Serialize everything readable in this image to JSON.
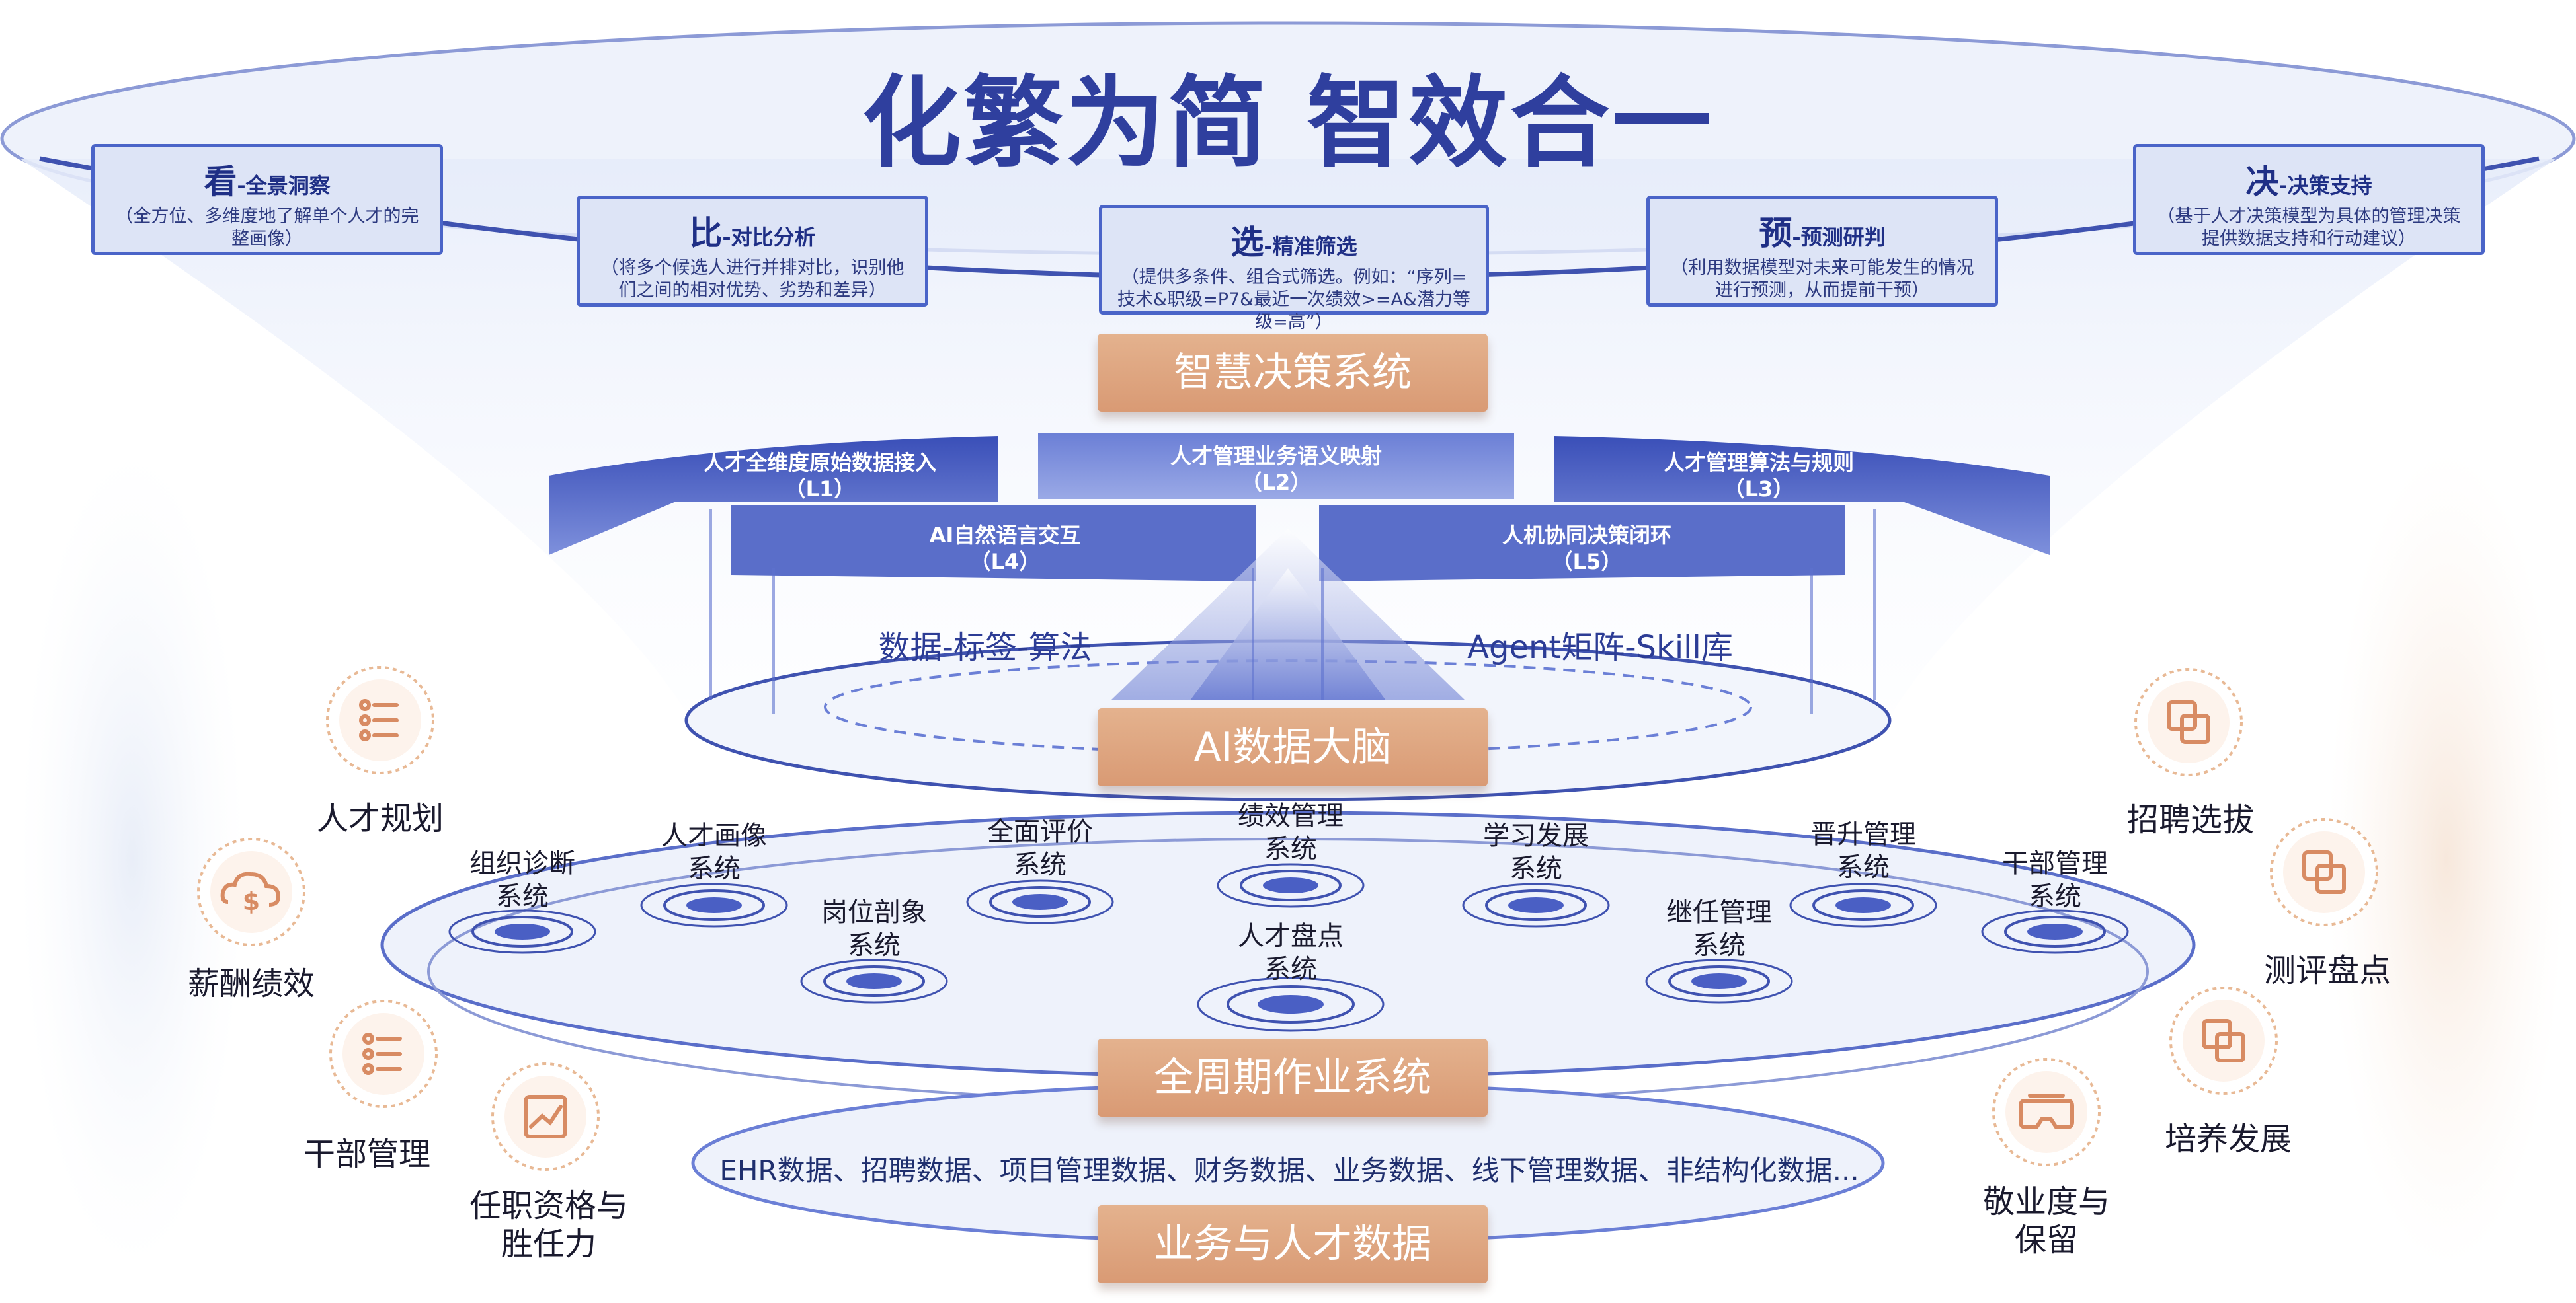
{
  "title": "化繁为简  智效合一",
  "cards": [
    {
      "char": "看",
      "sub": "-全景洞察",
      "desc": "（全方位、多维度地了解单个人才的完整画像）"
    },
    {
      "char": "比",
      "sub": "-对比分析",
      "desc": "（将多个候选人进行并排对比，识别他们之间的相对优势、劣势和差异）"
    },
    {
      "char": "选",
      "sub": "-精准筛选",
      "desc": "（提供多条件、组合式筛选。例如：“序列=技术&职级=P7&最近一次绩效>=A&潜力等级=高”）"
    },
    {
      "char": "预",
      "sub": "-预测研判",
      "desc": "（利用数据模型对未来可能发生的情况进行预测，从而提前干预）"
    },
    {
      "char": "决",
      "sub": "-决策支持",
      "desc": "（基于人才决策模型为具体的管理决策提供数据支持和行动建议）"
    }
  ],
  "pills": {
    "decision": "智慧决策系统",
    "brain": "AI数据大脑",
    "ops": "全周期作业系统",
    "data": "业务与人才数据"
  },
  "layers": [
    {
      "name": "人才全维度原始数据接入",
      "code": "（L1）"
    },
    {
      "name": "人才管理业务语义映射",
      "code": "（L2）"
    },
    {
      "name": "人才管理算法与规则",
      "code": "（L3）"
    },
    {
      "name": "AI自然语言交互",
      "code": "（L4）"
    },
    {
      "name": "人机协同决策闭环",
      "code": "（L5）"
    }
  ],
  "mid_labels": {
    "left": "数据-标签-算法",
    "right": "Agent矩阵-Skill库"
  },
  "systems": [
    {
      "l1": "组织诊断",
      "l2": "系统"
    },
    {
      "l1": "人才画像",
      "l2": "系统"
    },
    {
      "l1": "岗位剖象",
      "l2": "系统"
    },
    {
      "l1": "全面评价",
      "l2": "系统"
    },
    {
      "l1": "绩效管理",
      "l2": "系统"
    },
    {
      "l1": "人才盘点",
      "l2": "系统"
    },
    {
      "l1": "学习发展",
      "l2": "系统"
    },
    {
      "l1": "继任管理",
      "l2": "系统"
    },
    {
      "l1": "晋升管理",
      "l2": "系统"
    },
    {
      "l1": "干部管理",
      "l2": "系统"
    }
  ],
  "data_sources": "EHR数据、招聘数据、项目管理数据、财务数据、业务数据、线下管理数据、非结构化数据...",
  "left_side": [
    {
      "label": "人才规划",
      "icon": "list-icon"
    },
    {
      "label": "薪酬绩效",
      "icon": "cloud-money-icon"
    },
    {
      "label": "干部管理",
      "icon": "list-icon"
    },
    {
      "label": "任职资格与",
      "label2": "胜任力",
      "icon": "chart-trend-icon"
    }
  ],
  "right_side": [
    {
      "label": "招聘选拔",
      "icon": "overlap-squares-icon"
    },
    {
      "label": "测评盘点",
      "icon": "overlap-squares-icon"
    },
    {
      "label": "培养发展",
      "icon": "overlap-squares-icon"
    },
    {
      "label": "敬业度与",
      "label2": "保留",
      "icon": "vr-headset-icon"
    }
  ],
  "colors": {
    "primary": "#2f3f9e",
    "accent": "#d99a74",
    "band": "#4a5fc4",
    "card_bg": "#dde4f6"
  }
}
